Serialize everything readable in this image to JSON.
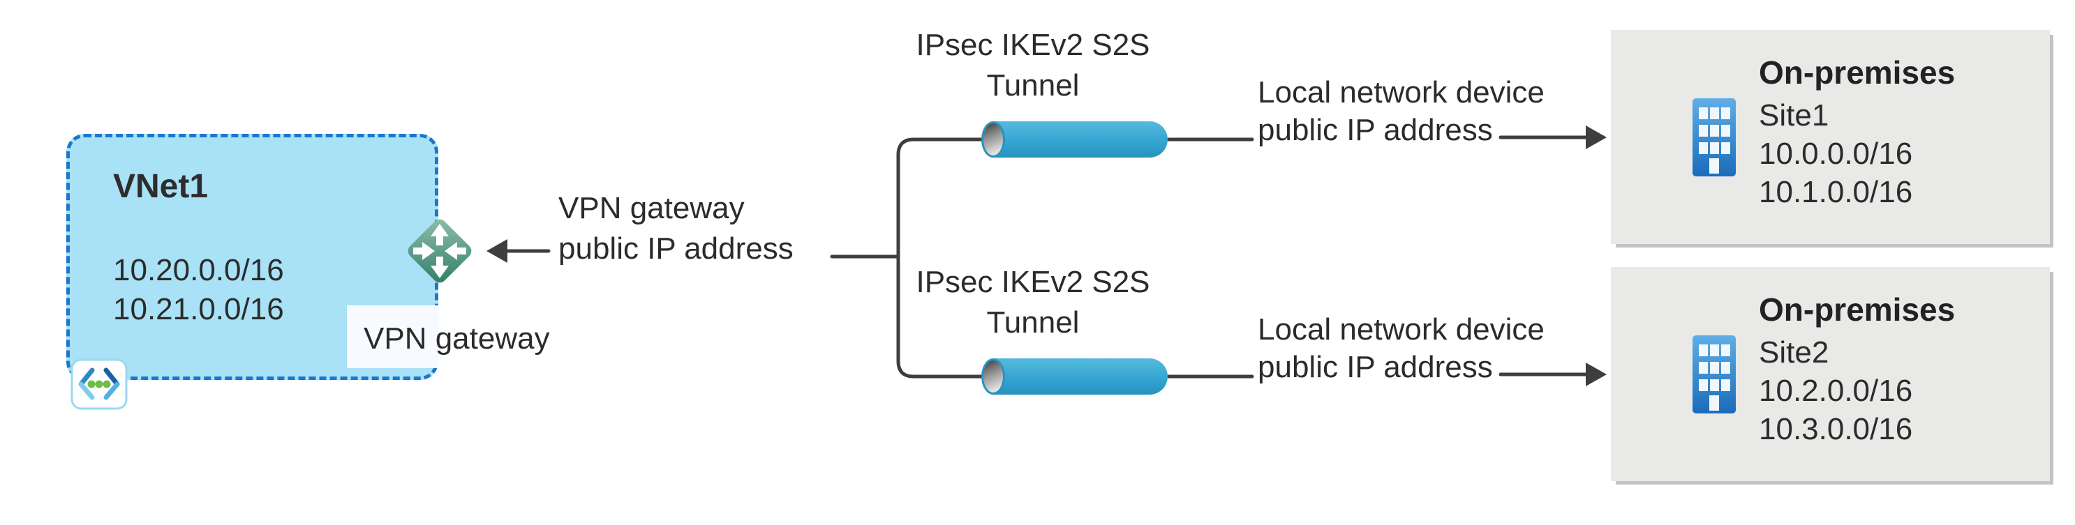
{
  "vnet": {
    "name": "VNet1",
    "cidrs": [
      "10.20.0.0/16",
      "10.21.0.0/16"
    ],
    "gateway_label": "VPN gateway"
  },
  "gateway_annotation": {
    "line1": "VPN gateway",
    "line2": "public IP address"
  },
  "tunnels": [
    {
      "label_line1": "IPsec IKEv2 S2S",
      "label_line2": "Tunnel",
      "device_line1": "Local network device",
      "device_line2": "public IP address"
    },
    {
      "label_line1": "IPsec IKEv2 S2S",
      "label_line2": "Tunnel",
      "device_line1": "Local network device",
      "device_line2": "public IP address"
    }
  ],
  "sites": [
    {
      "title": "On-premises",
      "name": "Site1",
      "cidrs": [
        "10.0.0.0/16",
        "10.1.0.0/16"
      ]
    },
    {
      "title": "On-premises",
      "name": "Site2",
      "cidrs": [
        "10.2.0.0/16",
        "10.3.0.0/16"
      ]
    }
  ],
  "icons": {
    "vnet_icon": "virtual-network-icon",
    "gateway_icon": "vpn-gateway-router-icon",
    "tunnel_icon": "tunnel-cylinder-icon",
    "site_icon": "building-icon",
    "arrow_icon": "arrow-connector-icon"
  },
  "colors": {
    "vnet_fill": "#A9E1F6",
    "vnet_border": "#1B77CE",
    "tunnel_blue": "#35A5D1",
    "gateway_teal_light": "#8FBEAE",
    "gateway_teal_dark": "#2F7E66",
    "site_fill": "#E9E9E7",
    "building_blue_top": "#5FAEE6",
    "building_blue_bottom": "#1A6CBB",
    "connector": "#3E3E3E",
    "text": "#2B2B2B"
  }
}
